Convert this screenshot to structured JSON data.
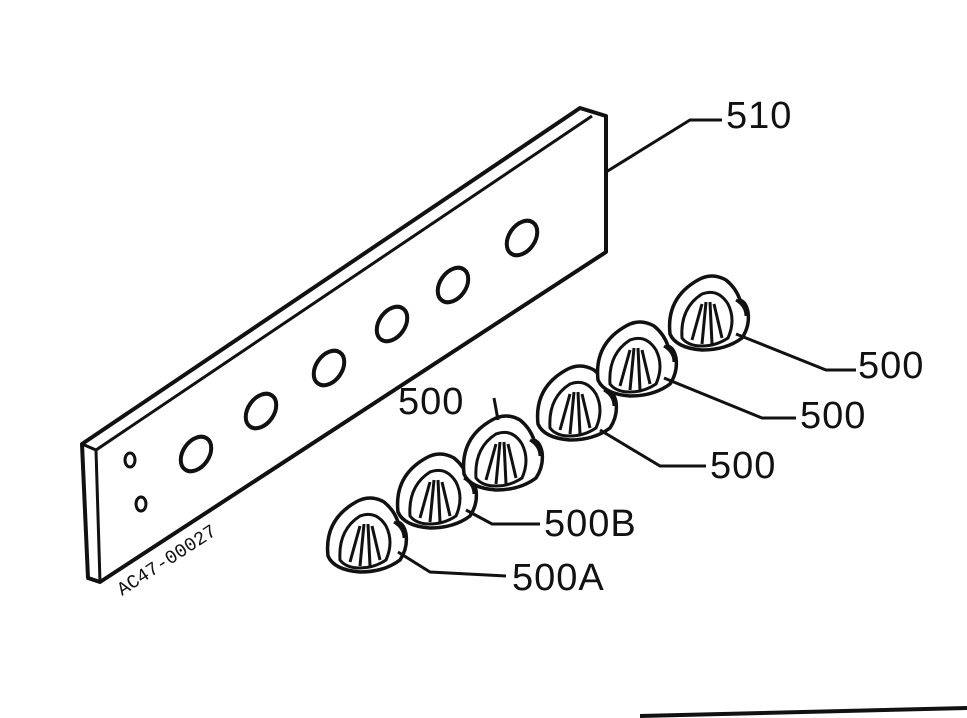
{
  "diagram": {
    "labels": {
      "panel": "510",
      "knob_top_left": "500",
      "knob_right_1": "500",
      "knob_right_2": "500",
      "knob_right_3": "500",
      "knob_b": "500B",
      "knob_a": "500A"
    },
    "part_code": "AC47-00027",
    "colors": {
      "ink": "#111111",
      "paper": "#ffffff"
    }
  }
}
